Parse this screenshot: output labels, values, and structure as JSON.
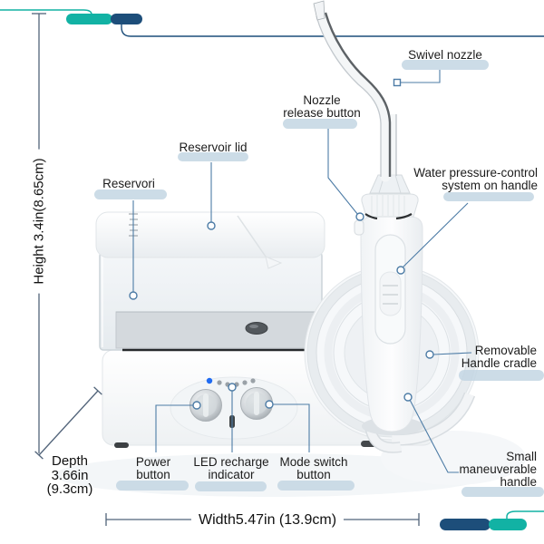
{
  "title": "Water flosser product callout diagram",
  "callouts": {
    "swivel_nozzle": {
      "lines": [
        "Swivel nozzle"
      ]
    },
    "nozzle_release": {
      "lines": [
        "Nozzle",
        "release button"
      ]
    },
    "reservoir_lid": {
      "lines": [
        "Reservoir lid"
      ]
    },
    "reservoir": {
      "lines": [
        "Reservori"
      ]
    },
    "water_pressure": {
      "lines": [
        "Water pressure-control",
        "system on handle"
      ]
    },
    "handle_cradle": {
      "lines": [
        "Removable",
        "Handle cradle"
      ]
    },
    "small_handle": {
      "lines": [
        "Small",
        "maneuverable",
        "handle"
      ]
    },
    "power_button": {
      "lines": [
        "Power",
        "button"
      ]
    },
    "led_indicator": {
      "lines": [
        "LED recharge",
        "indicator"
      ]
    },
    "mode_switch": {
      "lines": [
        "Mode switch",
        "button"
      ]
    }
  },
  "dimensions": {
    "height": "Height 3.4in(8.65cm)",
    "depth_lines": [
      "Depth",
      "3.66in",
      "(9.3cm)"
    ],
    "width": "Width5.47in (13.9cm)"
  },
  "colors": {
    "accent_teal": "#12b2a4",
    "accent_navy": "#1d4e7a",
    "label_highlight": "#c3d6e3",
    "callout_line": "#4d7ca6",
    "dimension_line": "#52647a",
    "led_active": "#1f6bf2",
    "led_inactive": "#9aa1a7"
  },
  "icons": {
    "callout_point_marker": "small-circle",
    "callout_square_marker": "small-square"
  }
}
